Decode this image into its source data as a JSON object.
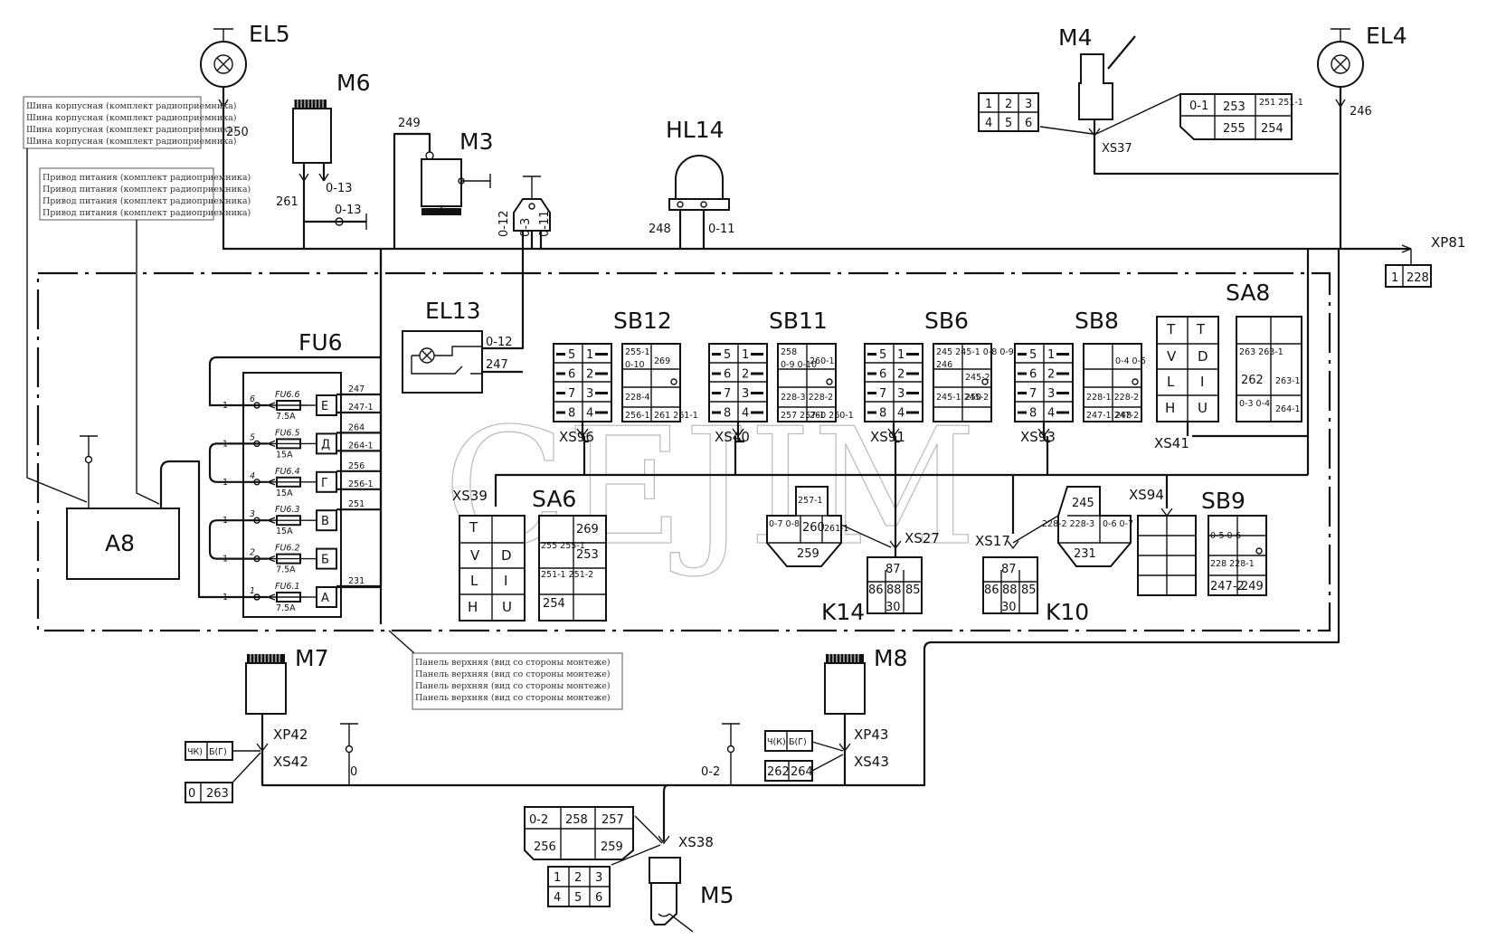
{
  "watermark": "CEJIM",
  "notes": {
    "bus_ground": [
      "Шина корпусная (комплект радиоприемника)",
      "Шина корпусная (комплект радиоприемника)",
      "Шина корпусная (комплект радиоприемника)",
      "Шина корпусная (комплект радиоприемника)"
    ],
    "power_drive": [
      "Привод питания (комплект радиоприемника)",
      "Привод питания (комплект радиоприемника)",
      "Привод питания (комплект радиоприемника)",
      "Привод питания (комплект радиоприемника)"
    ],
    "top_panel": [
      "Панель верхняя (вид со стороны монтеже)",
      "Панель верхняя (вид со стороны монтеже)",
      "Панель верхняя (вид со стороны монтеже)",
      "Панель верхняя (вид со стороны монтеже)"
    ]
  },
  "components": {
    "EL5": "EL5",
    "EL4": "EL4",
    "M6": "M6",
    "M3": "M3",
    "M4": "M4",
    "HL14": "HL14",
    "EL13": "EL13",
    "FU6": "FU6",
    "A8": "A8",
    "SB12": "SB12",
    "SB11": "SB11",
    "SB6": "SB6",
    "SB8": "SB8",
    "SA8": "SA8",
    "SA6": "SA6",
    "SB9": "SB9",
    "K14": "K14",
    "K10": "K10",
    "M7": "M7",
    "M8": "M8",
    "M5": "M5"
  },
  "connectors": {
    "XS37": "XS37",
    "XP81": "XP81",
    "XS96": "XS96",
    "XS40": "XS40",
    "XS91": "XS91",
    "XS93": "XS93",
    "XS41": "XS41",
    "XS39": "XS39",
    "XS27": "XS27",
    "XS17": "XS17",
    "XS94": "XS94",
    "XP42": "XP42",
    "XS42": "XS42",
    "XP43": "XP43",
    "XS43": "XS43",
    "XS38": "XS38"
  },
  "wires": {
    "w250": "250",
    "w246": "246",
    "w261": "261",
    "w013a": "0-13",
    "w013b": "0-13",
    "w249": "249",
    "w012": "0-12",
    "w03": "0-3",
    "w011": "0-11",
    "w248": "248",
    "w011b": "0-11",
    "el13_012": "0-12",
    "el13_247": "247",
    "w0": "0",
    "w02": "0-2",
    "xp81_pins": [
      "1",
      "228"
    ]
  },
  "fuses": [
    {
      "id": "FU6.6",
      "rating": "7.5A",
      "letter": "Е",
      "num": "6",
      "out": [
        "247",
        "247-1"
      ]
    },
    {
      "id": "FU6.5",
      "rating": "15A",
      "letter": "Д",
      "num": "5",
      "out": [
        "264",
        "264-1"
      ]
    },
    {
      "id": "FU6.4",
      "rating": "15A",
      "letter": "Г",
      "num": "4",
      "out": [
        "256",
        "256-1"
      ]
    },
    {
      "id": "FU6.3",
      "rating": "15A",
      "letter": "В",
      "num": "3",
      "out": [
        "251"
      ]
    },
    {
      "id": "FU6.2",
      "rating": "7.5A",
      "letter": "Б",
      "num": "2",
      "out": []
    },
    {
      "id": "FU6.1",
      "rating": "7.5A",
      "letter": "А",
      "num": "1",
      "out": [
        "231"
      ]
    }
  ],
  "fuse_left_num": "1",
  "switch_pins": [
    "5",
    "1",
    "6",
    "2",
    "7",
    "3",
    "8",
    "4"
  ],
  "sb12_grid": [
    "255-1",
    "0-10",
    "269",
    "",
    "228-4",
    "",
    "256-1",
    "261 261-1"
  ],
  "sb11_grid": [
    "258",
    "0-9 0-10",
    "260-1",
    "",
    "228-3 228-2",
    "",
    "257 257-1",
    "260 260-1"
  ],
  "sb6_grid": [
    "245 245-1 0-8 0-9",
    "246",
    "",
    "245-2",
    "245-1 245-2",
    "250"
  ],
  "sb8_grid": [
    "",
    "",
    "0-4 0-5",
    "",
    "228-1 228-2",
    "",
    "247-1 247-2",
    "248"
  ],
  "sa8_grid": [
    "263 263-1",
    "",
    "262",
    "263-1",
    "0-3 0-4",
    "264-1"
  ],
  "sa_symbols": [
    "H",
    "U",
    "L",
    "I",
    "V",
    "D",
    "T"
  ],
  "sa6_grid": [
    "269",
    "255 255-1",
    "253",
    "251-1 251-2",
    "",
    "254",
    ""
  ],
  "sb9_grid": [
    "0-5 0-6",
    "",
    "228 228-1",
    "",
    "247-2",
    "249"
  ],
  "m4_left": [
    "1",
    "2",
    "3",
    "4",
    "5",
    "6"
  ],
  "m4_right": [
    "0-1",
    "253",
    "251 251-1",
    "255",
    "254"
  ],
  "m5_top": [
    "0-2",
    "258",
    "257",
    "256",
    "259"
  ],
  "m5_left": [
    "1",
    "2",
    "3",
    "4",
    "5",
    "6"
  ],
  "xs42_a": [
    "ЧК)",
    "Б(Г)"
  ],
  "xs42_b": [
    "0",
    "263"
  ],
  "xs43_a": [
    "Ч(К)",
    "Б(Г)"
  ],
  "xs43_b": [
    "262",
    "264"
  ],
  "k14": {
    "relay_pins": [
      "87",
      "86",
      "88",
      "85",
      "30"
    ],
    "block": [
      "257-1",
      "0-7 0-8",
      "260",
      "261-1",
      "259"
    ]
  },
  "k10": {
    "relay_pins": [
      "87",
      "86",
      "88",
      "85",
      "30"
    ],
    "block": [
      "245",
      "228-2 228-3",
      "0-6 0-7",
      "231"
    ]
  }
}
